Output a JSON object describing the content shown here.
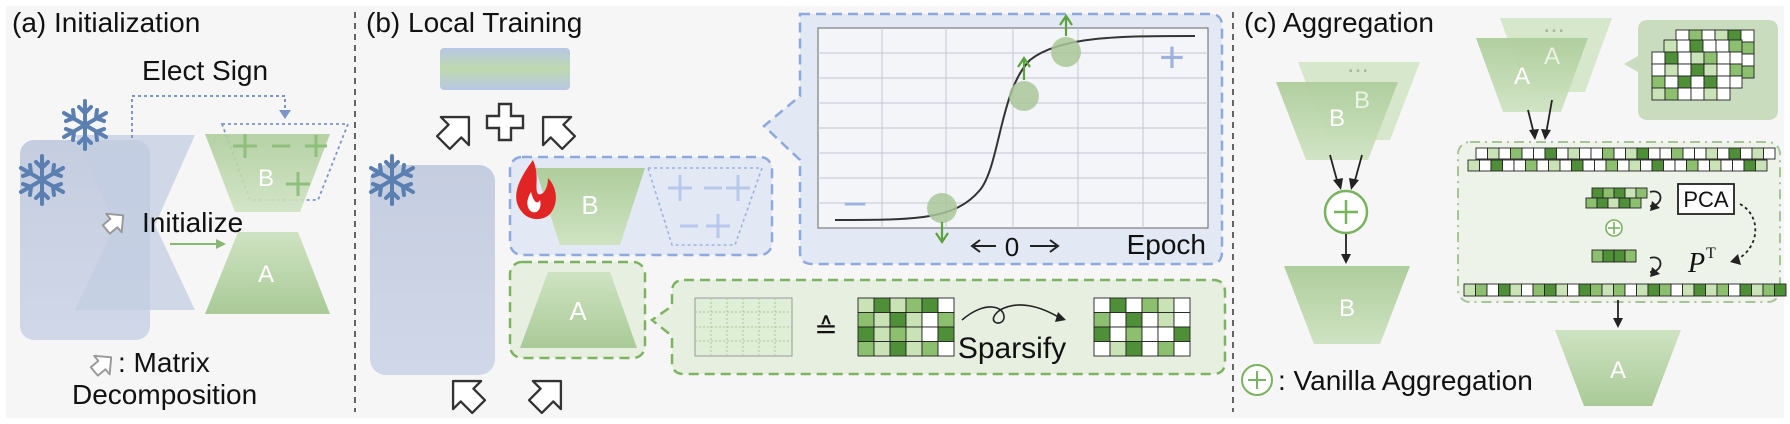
{
  "panels": {
    "a": {
      "title": "(a) Initialization",
      "elect_sign": "Elect Sign",
      "initialize": "Initialize",
      "legend_line1": ": Matrix",
      "legend_line2": "Decomposition",
      "label_B": "B",
      "label_A": "A"
    },
    "b": {
      "title": "(b) Local Training",
      "label_B": "B",
      "label_A": "A",
      "plus_glyph": "+",
      "minus_glyph": "−",
      "zero_label": "0",
      "epoch_label": "Epoch",
      "approx_symbol": "≙",
      "sparsify_label": "Sparsify"
    },
    "c": {
      "title": "(c) Aggregation",
      "ellipsis": "...",
      "label_B": "B",
      "label_A": "A",
      "pca_label": "PCA",
      "transpose_label": "P",
      "transpose_sup": "T",
      "legend": ": Vanilla Aggregation"
    }
  },
  "colors": {
    "green_dark": "#3f7d32",
    "green_mid": "#86b873",
    "green_light": "#c6dfb8",
    "blue_frame": "#8ea9dd",
    "blue_fill": "#e3e8f5",
    "slate": "#b8c4da"
  },
  "icons": [
    "snowflake-icon",
    "flame-icon",
    "hollow-arrow-icon",
    "plus-sign-icon",
    "circled-plus-icon"
  ]
}
